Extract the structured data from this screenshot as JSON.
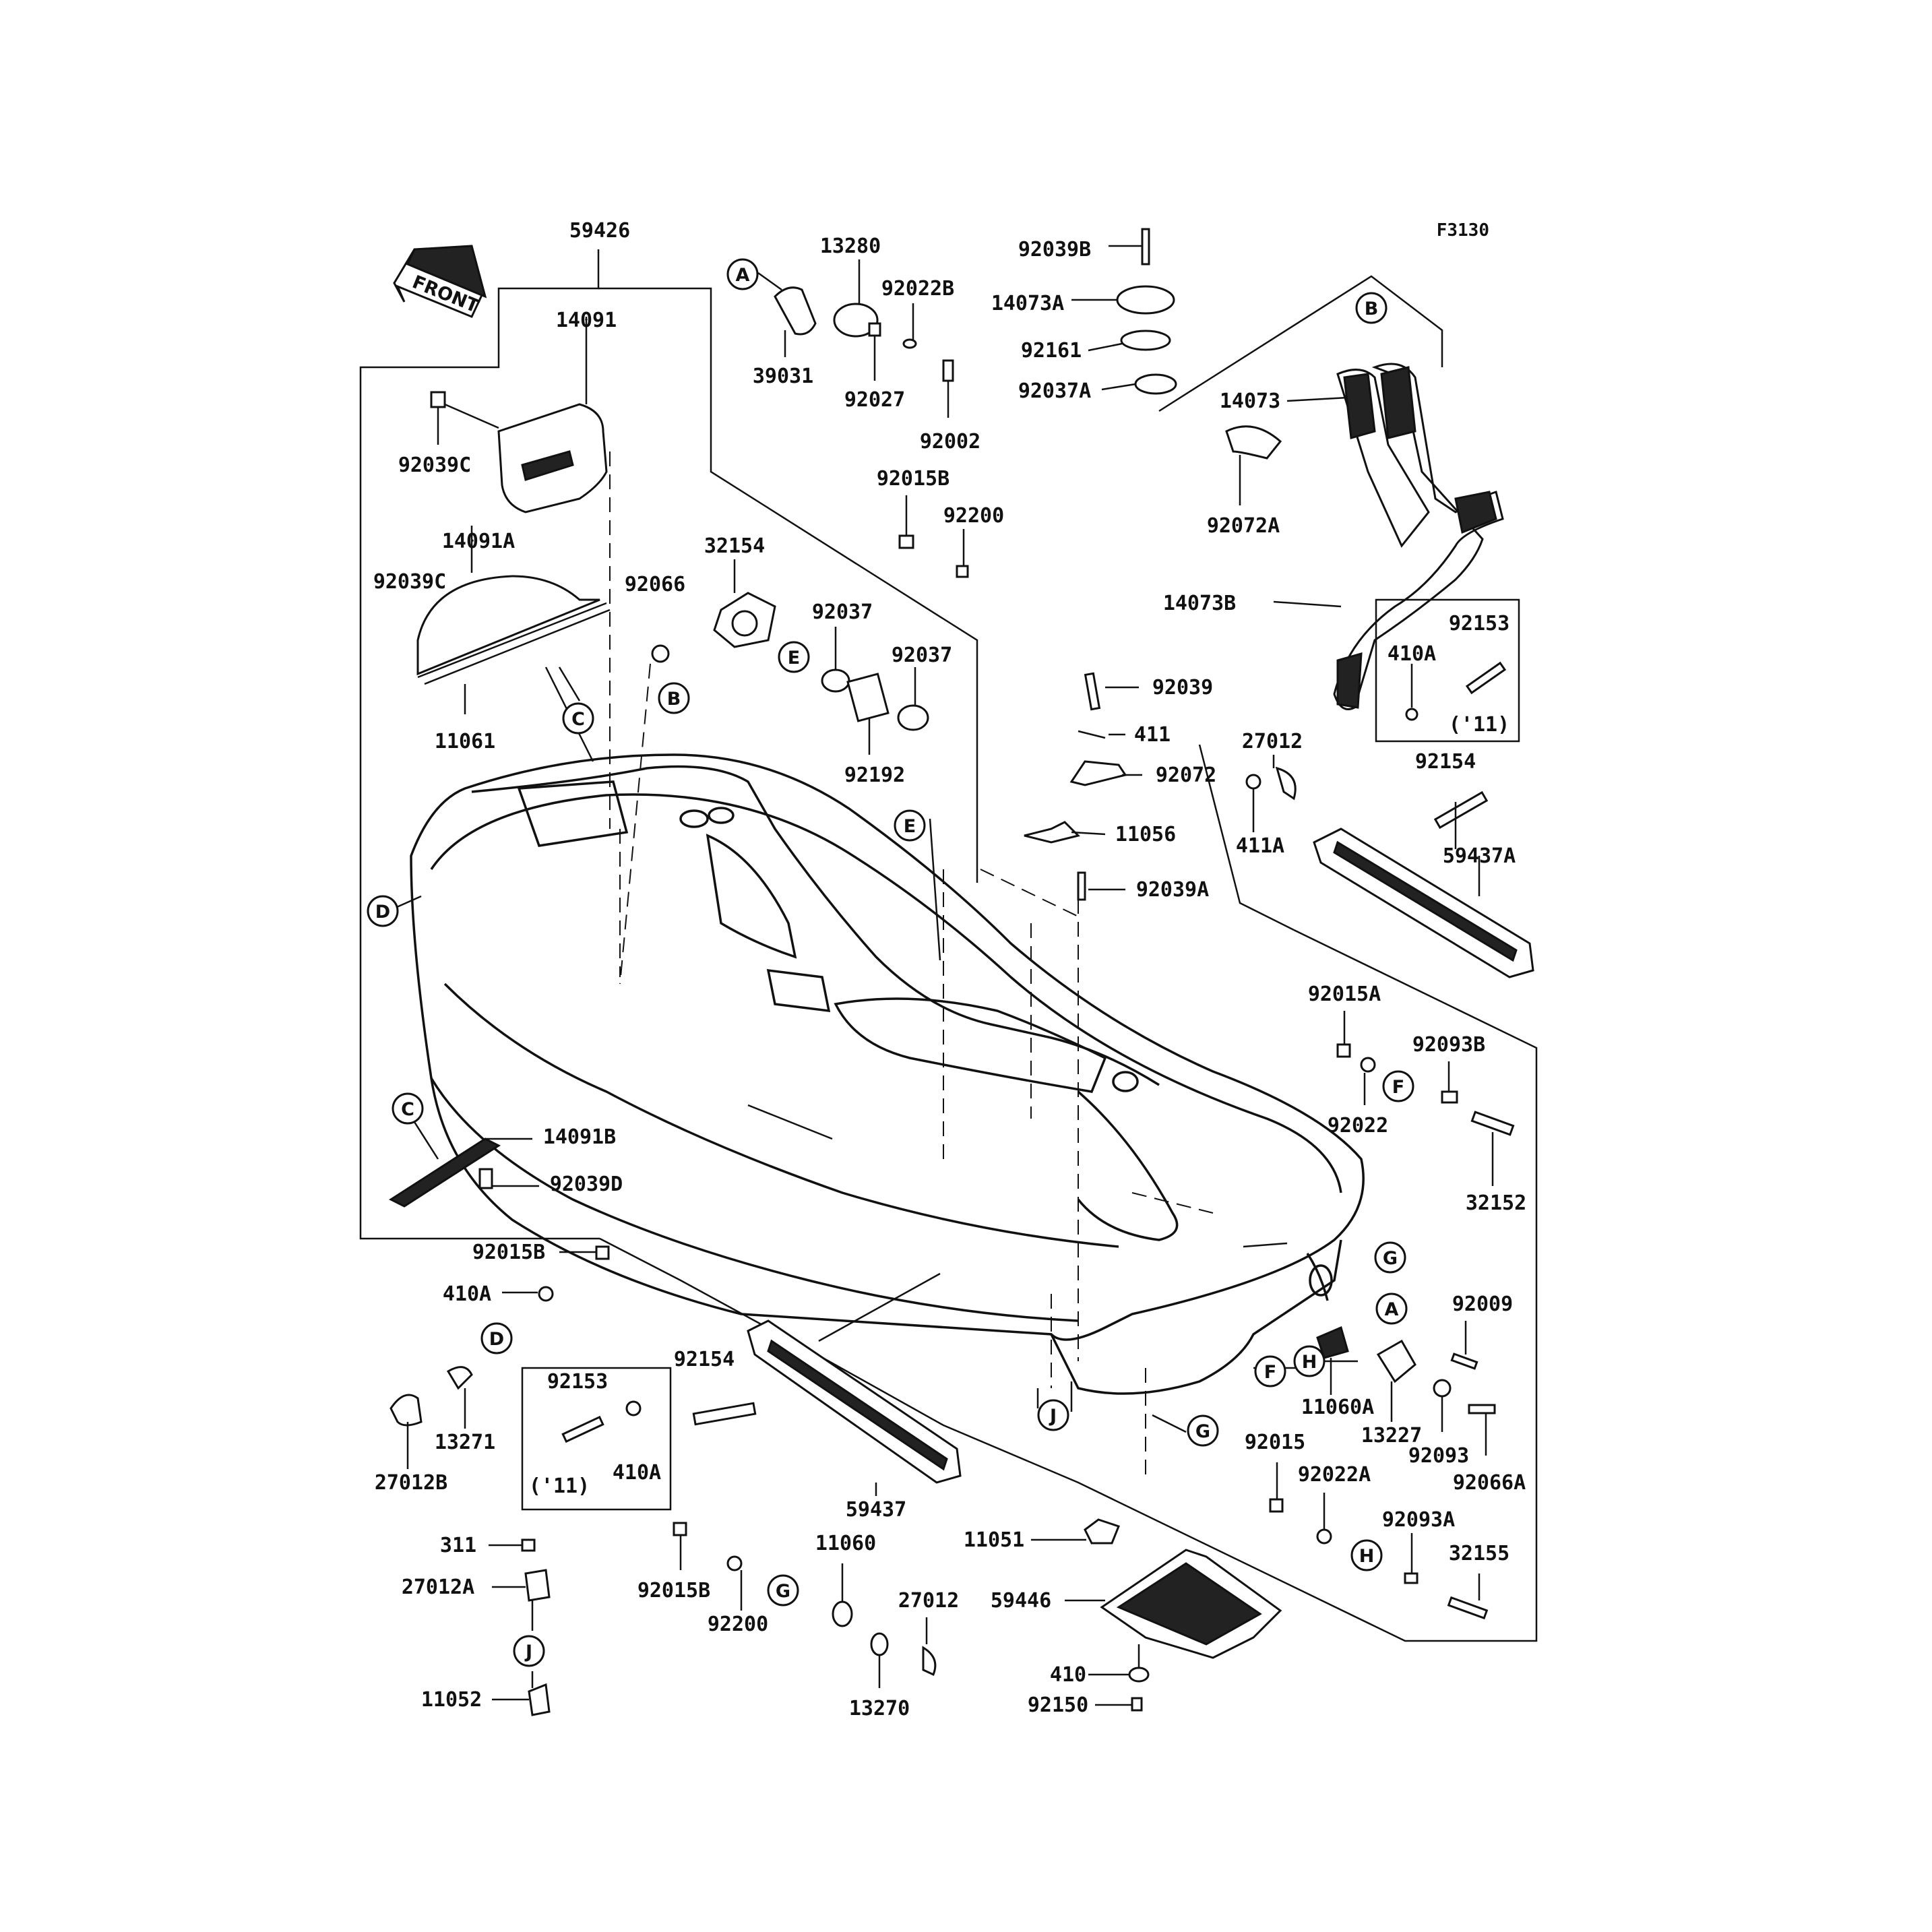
{
  "figure_code": "F3130",
  "front_arrow_label": "FRONT",
  "labels": {
    "p59426": "59426",
    "p14091": "14091",
    "p92039C_top": "92039C",
    "p14091A": "14091A",
    "p92039C_mid": "92039C",
    "p11061": "11061",
    "p92066": "92066",
    "p14091B": "14091B",
    "p92039D": "92039D",
    "p13280": "13280",
    "p39031": "39031",
    "p92022B": "92022B",
    "p92027": "92027",
    "p92002": "92002",
    "p92015B_top": "92015B",
    "p92200_top": "92200",
    "p32154": "32154",
    "p92037_a": "92037",
    "p92037_b": "92037",
    "p92192": "92192",
    "p92039B": "92039B",
    "p14073A": "14073A",
    "p92161": "92161",
    "p92037A": "92037A",
    "p14073": "14073",
    "p92072A": "92072A",
    "p14073B": "14073B",
    "p92153_top": "92153",
    "p410A_top": "410A",
    "p11_top": "('11)",
    "p92154_top": "92154",
    "p59437A": "59437A",
    "p92039": "92039",
    "p411": "411",
    "p92072": "92072",
    "p11056": "11056",
    "p92039A": "92039A",
    "p27012_top": "27012",
    "p411A": "411A",
    "p92015A": "92015A",
    "p92093B": "92093B",
    "p92022": "92022",
    "p32152": "32152",
    "p92009": "92009",
    "p11060A": "11060A",
    "p13227": "13227",
    "p92093": "92093",
    "p92066A": "92066A",
    "p92015": "92015",
    "p92022A": "92022A",
    "p92093A": "92093A",
    "p32155": "32155",
    "p92015B_left": "92015B",
    "p410A_left": "410A",
    "p13271": "13271",
    "p27012B": "27012B",
    "p92153_bot": "92153",
    "p11_bot": "('11)",
    "p410A_bot": "410A",
    "p92154_bot": "92154",
    "p59437": "59437",
    "p311": "311",
    "p27012A": "27012A",
    "p11052": "11052",
    "p92015B_bot": "92015B",
    "p92200_bot": "92200",
    "p11060": "11060",
    "p27012_bot": "27012",
    "p13270": "13270",
    "p11051": "11051",
    "p59446": "59446",
    "p410": "410",
    "p92150": "92150"
  },
  "refs": {
    "A": "A",
    "B": "B",
    "C": "C",
    "D": "D",
    "E": "E",
    "F": "F",
    "G": "G",
    "H": "H",
    "J": "J"
  }
}
